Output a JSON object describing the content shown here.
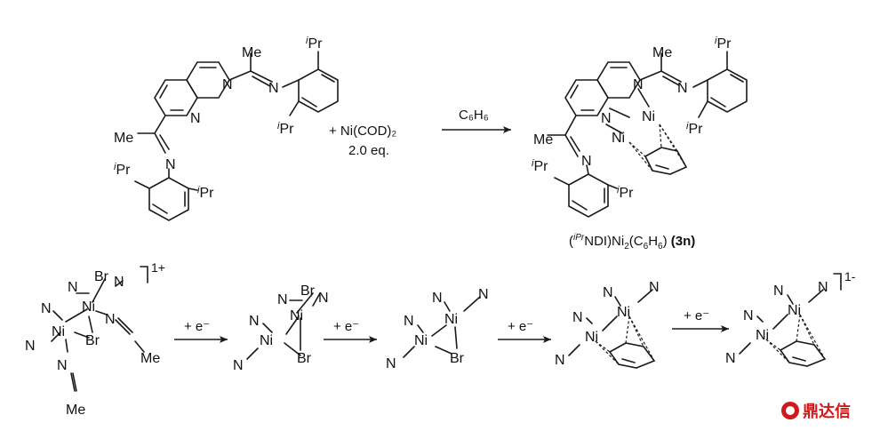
{
  "top_reaction": {
    "ligand_label_me": "Me",
    "ligand_label_ipr": "iPr",
    "reagent": "+ Ni(COD)₂",
    "reagent_eq": "2.0 eq.",
    "solvent": "C₆H₆",
    "product_label": "(iPrNDI)Ni₂(C₆H₆) (3n)"
  },
  "bottom_sequence": {
    "step_label": "+ e⁻",
    "complex1_charge": "1+",
    "complex5_charge": "1-",
    "atoms": {
      "ni": "Ni",
      "n": "N",
      "br": "Br",
      "me": "Me"
    }
  },
  "watermark": {
    "text": "鼎达信",
    "color": "#d0191b"
  }
}
